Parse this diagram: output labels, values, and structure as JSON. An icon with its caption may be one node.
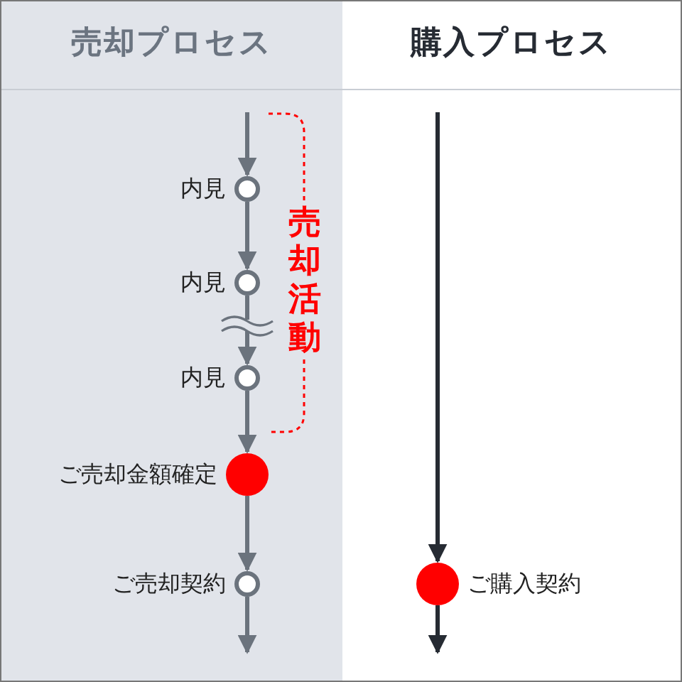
{
  "diagram": {
    "nodes": [
      {
        "text": [
          "売却プロセス"
        ]
      },
      {
        "text": [],
        "shape": "circle",
        "beside": [
          "内見"
        ],
        "in": 0
      },
      {
        "text": [],
        "shape": "circle",
        "beside": [
          "内見"
        ],
        "in": 0
      },
      {
        "text": [],
        "shape": "circle",
        "beside": [
          "内見"
        ],
        "in": 0
      },
      {
        "text": [],
        "shape": "circle",
        "beside": [
          "ご売却金額確定"
        ],
        "in": 0
      },
      {
        "text": [],
        "shape": "circle",
        "beside": [
          "ご売却契約"
        ],
        "in": 0
      },
      {
        "text": [
          "購入プロセス"
        ]
      },
      {
        "text": [],
        "shape": "circle",
        "beside": [
          "ご購入契約"
        ],
        "in": 6
      }
    ],
    "edges": [
      {
        "from": null,
        "to": 1,
        "arrow": "to"
      },
      {
        "from": 1,
        "to": 2,
        "arrow": "to"
      },
      {
        "from": 2,
        "to": 3,
        "arrow": "to"
      },
      {
        "from": 3,
        "to": 4,
        "arrow": "to"
      },
      {
        "from": 4,
        "to": 5,
        "arrow": "to"
      },
      {
        "from": 5,
        "to": null,
        "arrow": "to"
      },
      {
        "from": null,
        "to": 7,
        "arrow": "to",
        "color": "#262b33"
      },
      {
        "from": 7,
        "to": null,
        "arrow": "to",
        "color": "#262b33"
      }
    ],
    "labels": [
      "売却活動"
    ]
  }
}
